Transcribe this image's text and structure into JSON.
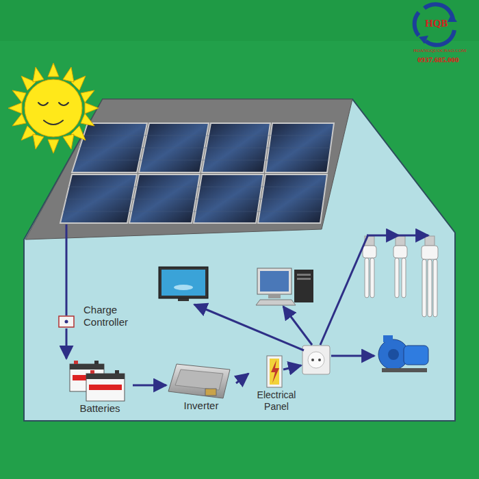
{
  "diagram": {
    "nodes": [
      {
        "text": [
          "Charge Controller"
        ]
      },
      {
        "text": [
          "Batteries"
        ]
      },
      {
        "text": [
          "Inverter"
        ]
      },
      {
        "text": [
          "Electrical Panel"
        ]
      }
    ],
    "edges": [
      {
        "from": 0,
        "to": 1,
        "arrow": "to"
      },
      {
        "from": 1,
        "to": 2,
        "arrow": "to"
      },
      {
        "from": 2,
        "to": 3,
        "arrow": "to"
      }
    ],
    "labels": [
      "HQB",
      "HOANGQUOCBAO.COM",
      "0937.685.000"
    ]
  }
}
